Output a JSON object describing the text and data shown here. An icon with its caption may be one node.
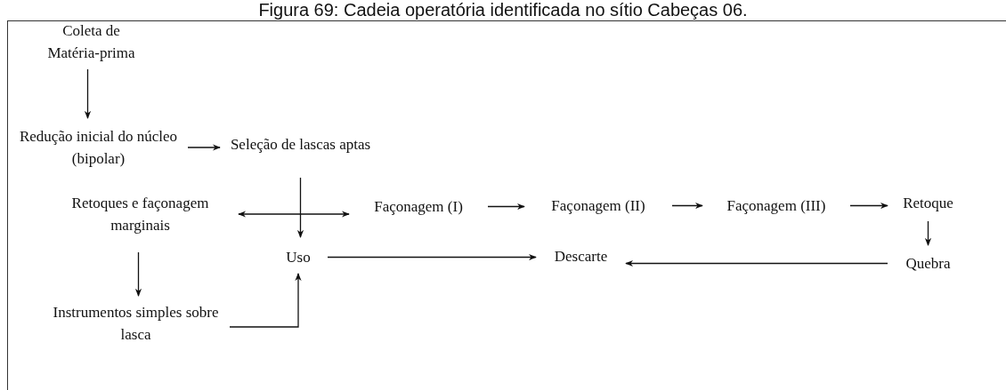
{
  "diagram": {
    "title": "Figura 69: Cadeia operatória identificada no sítio Cabeças 06.",
    "nodes": [
      {
        "text": [
          "Coleta de Matéria-prima"
        ]
      },
      {
        "text": [
          "Redução inicial do núcleo (bipolar)"
        ]
      },
      {
        "text": [
          "Seleção de lascas aptas"
        ]
      },
      {
        "text": [
          "Retoques e façonagem marginais"
        ]
      },
      {
        "text": [
          "Façonagem (I)"
        ]
      },
      {
        "text": [
          "Façonagem (II)"
        ]
      },
      {
        "text": [
          "Façonagem (III)"
        ]
      },
      {
        "text": [
          "Retoque"
        ]
      },
      {
        "text": [
          "Uso"
        ]
      },
      {
        "text": [
          "Descarte"
        ]
      },
      {
        "text": [
          "Quebra"
        ]
      },
      {
        "text": [
          "Instrumentos simples sobre lasca"
        ]
      }
    ],
    "edges": [
      {
        "from": 0,
        "to": 1,
        "arrow": "to"
      },
      {
        "from": 1,
        "to": 2,
        "arrow": "to"
      },
      {
        "from": 3,
        "to": 4,
        "arrow": "both"
      },
      {
        "from": 2,
        "to": 8,
        "arrow": "to"
      },
      {
        "from": 4,
        "to": 5,
        "arrow": "to"
      },
      {
        "from": 5,
        "to": 6,
        "arrow": "to"
      },
      {
        "from": 6,
        "to": 7,
        "arrow": "to"
      },
      {
        "from": 7,
        "to": 10,
        "arrow": "to"
      },
      {
        "from": 8,
        "to": 9,
        "arrow": "to"
      },
      {
        "from": 10,
        "to": 9,
        "arrow": "to"
      },
      {
        "from": 3,
        "to": 11,
        "arrow": "to"
      },
      {
        "from": 11,
        "to": 8,
        "arrow": "to"
      }
    ]
  }
}
